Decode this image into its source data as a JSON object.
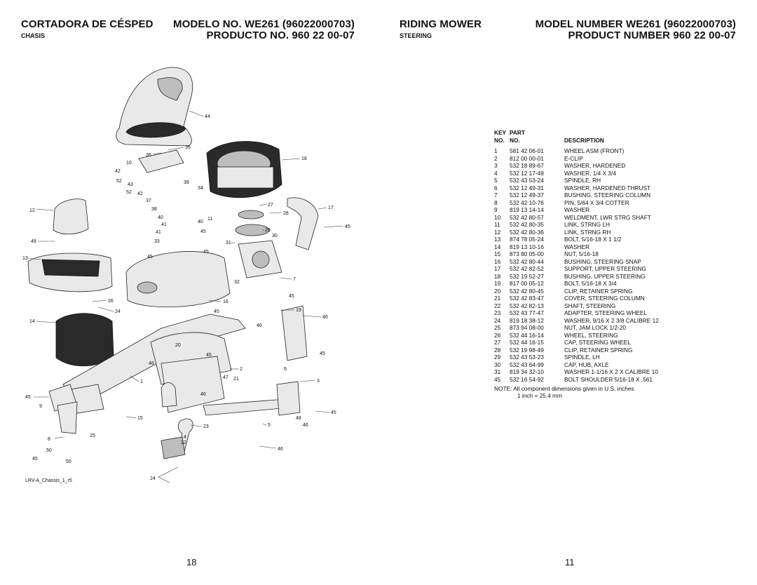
{
  "header": {
    "left_title": "CORTADORA DE CÉSPED",
    "left_section": "CHASIS",
    "left_model": "MODELO NO. WE261 (96022000703)",
    "left_product": "PRODUCTO NO. 960 22 00-07",
    "right_title": "RIDING MOWER",
    "right_section": "STEERING",
    "right_model": "MODEL NUMBER WE261 (96022000703)",
    "right_product": "PRODUCT NUMBER 960 22 00-07"
  },
  "table": {
    "head_key_1": "KEY",
    "head_key_2": "NO.",
    "head_part_1": "PART",
    "head_part_2": "NO.",
    "head_desc": "DESCRIPTION",
    "rows": [
      {
        "key": "1",
        "part": "581 42 06-01",
        "desc": "WHEEL ASM (FRONT)"
      },
      {
        "key": "2",
        "part": "812 00 00-01",
        "desc": "E-CLIP"
      },
      {
        "key": "3",
        "part": "532 18 89-67",
        "desc": "WASHER, HARDENED"
      },
      {
        "key": "4",
        "part": "532 12 17-49",
        "desc": "WASHER, 1/4 X 3/4"
      },
      {
        "key": "5",
        "part": "532 43 53-24",
        "desc": "SPINDLE, RH"
      },
      {
        "key": "6",
        "part": "532 12 49-31",
        "desc": "WASHER, HARDENED THRUST"
      },
      {
        "key": "7",
        "part": "532 12 49-37",
        "desc": "BUSHING, STEERING COLUMN"
      },
      {
        "key": "8",
        "part": "532 42 10-76",
        "desc": "PIN, 5/64 X 3/4 COTTER"
      },
      {
        "key": "9",
        "part": "819 13 14-14",
        "desc": "WASHER"
      },
      {
        "key": "10",
        "part": "532 42 80-57",
        "desc": "WELDMENT, LWR STRG SHAFT"
      },
      {
        "key": "11",
        "part": "532 42 80-35",
        "desc": "LINK, STRNG LH"
      },
      {
        "key": "12",
        "part": "532 42 80-36",
        "desc": "LINK, STRNG RH"
      },
      {
        "key": "13",
        "part": "874 78 05-24",
        "desc": "BOLT, 5/16-18 X 1 1/2"
      },
      {
        "key": "14",
        "part": "819 13 10-16",
        "desc": "WASHER"
      },
      {
        "key": "15",
        "part": "873 80 05-00",
        "desc": "NUT, 5/16-18"
      },
      {
        "key": "16",
        "part": "532 42 80-44",
        "desc": "BUSHING, STEERING SNAP"
      },
      {
        "key": "17",
        "part": "532 42 82-52",
        "desc": "SUPPORT, UPPER STEERING"
      },
      {
        "key": "18",
        "part": "532 19 52-27",
        "desc": "BUSHING, UPPER STEERING"
      },
      {
        "key": "19",
        "part": "817 00 05-12",
        "desc": "BOLT, 5/16-18 X 3/4"
      },
      {
        "key": "20",
        "part": "532 42 80-45",
        "desc": "CLIP, RETAINER SPRING"
      },
      {
        "key": "21",
        "part": "532 42 83-47",
        "desc": "COVER, STEERING COLUMN"
      },
      {
        "key": "22",
        "part": "532 42 82-13",
        "desc": "SHAFT, STEERING"
      },
      {
        "key": "23",
        "part": "532 43 77-47",
        "desc": "ADAPTER, STEERING WHEEL"
      },
      {
        "key": "24",
        "part": "819 18 38-12",
        "desc": "WASHER, 9/16 X 2 3/8 CALIBRE 12"
      },
      {
        "key": "25",
        "part": "873 94 08-00",
        "desc": "NUT, JAM LOCK 1/2-20"
      },
      {
        "key": "26",
        "part": "532 44 16-14",
        "desc": "WHEEL, STEERING"
      },
      {
        "key": "27",
        "part": "532 44 16-15",
        "desc": "CAP, STEERING WHEEL"
      },
      {
        "key": "28",
        "part": "532 19 98-49",
        "desc": "CLIP, RETAINER SPRING"
      },
      {
        "key": "29",
        "part": "532 43 53-23",
        "desc": "SPINDLE, LH"
      },
      {
        "key": "30",
        "part": "532 43 64-99",
        "desc": "CAP, HUB, AXLE"
      },
      {
        "key": "31",
        "part": "819 34 32-10",
        "desc": "WASHER 1-1/16 X 2 X CALIBRE 10"
      },
      {
        "key": "45",
        "part": "532 16 54-92",
        "desc": "BOLT SHOULDER 5/16-18 X .561"
      }
    ]
  },
  "note": {
    "line1": "NOTE: All component dimensions given in U.S. inches",
    "line2": "1 inch = 25.4 mm"
  },
  "diagram": {
    "drawing_id": "LRV-A_Chassis_1_r5",
    "callouts": [
      "44",
      "36",
      "35",
      "10",
      "18",
      "42",
      "52",
      "43",
      "52",
      "42",
      "39",
      "34",
      "37",
      "38",
      "12",
      "17",
      "27",
      "28",
      "40",
      "41",
      "40",
      "11",
      "29",
      "45",
      "41",
      "45",
      "30",
      "31",
      "49",
      "33",
      "45",
      "45",
      "13",
      "7",
      "32",
      "16",
      "45",
      "26",
      "24",
      "45",
      "19",
      "46",
      "14",
      "46",
      "20",
      "45",
      "45",
      "46",
      "2",
      "6",
      "47",
      "21",
      "1",
      "3",
      "45",
      "9",
      "46",
      "45",
      "48",
      "15",
      "5",
      "46",
      "25",
      "23",
      "8",
      "4",
      "22",
      "50",
      "45",
      "46",
      "50",
      "24"
    ]
  },
  "footer": {
    "left_page": "18",
    "right_page": "11"
  }
}
